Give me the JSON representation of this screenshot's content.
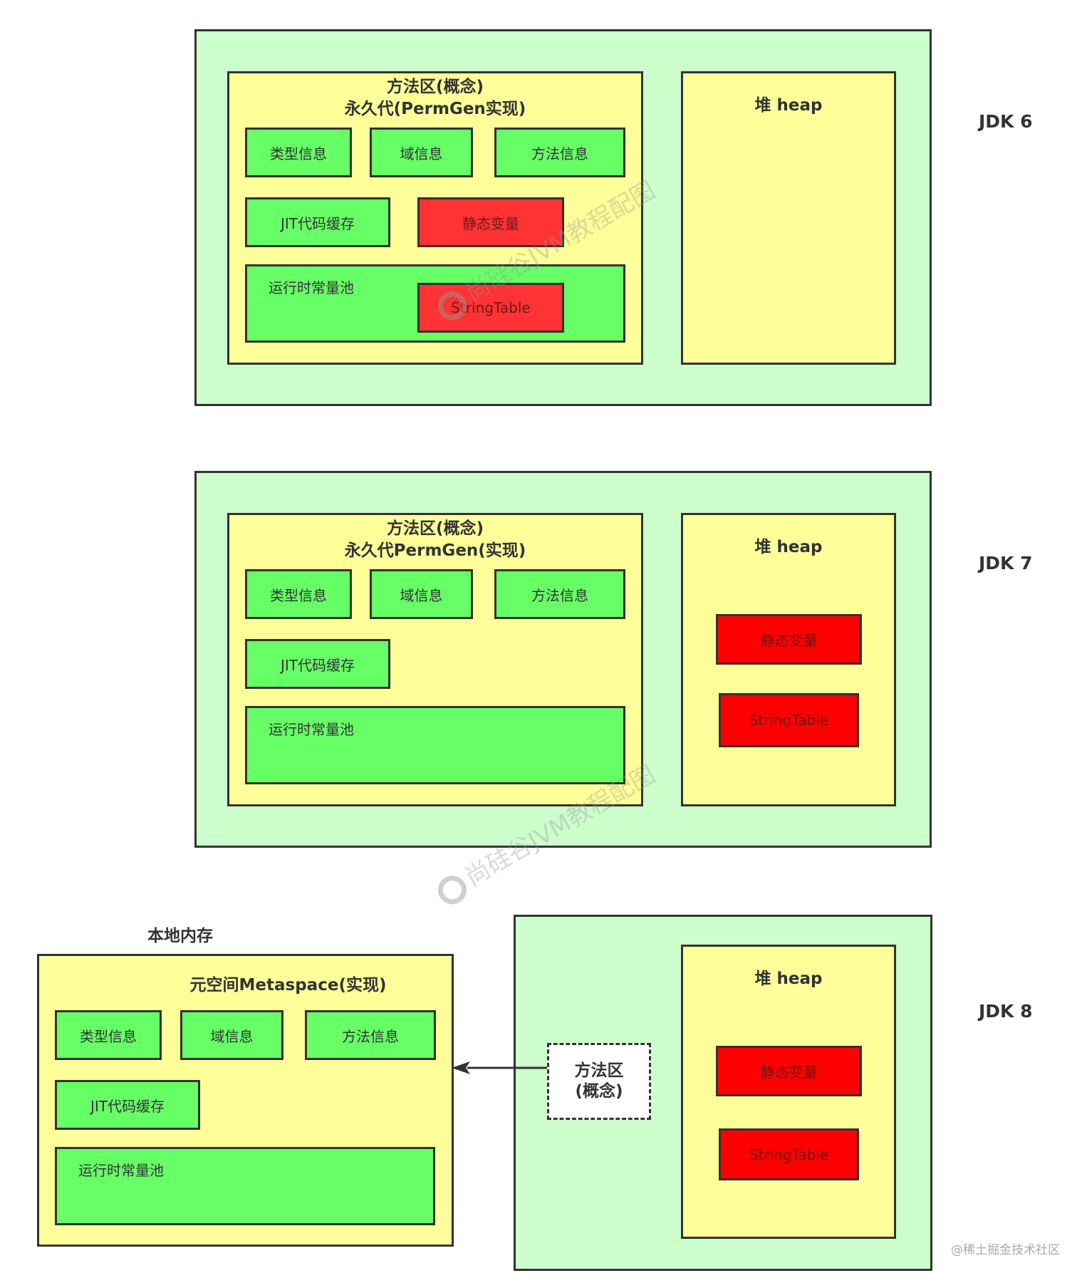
{
  "jdk6": {
    "label": "JDK 6",
    "method_area": {
      "title_line1": "方法区(概念)",
      "title_line2": "永久代(PermGen实现)",
      "items": [
        "类型信息",
        "域信息",
        "方法信息",
        "JIT代码缓存"
      ],
      "static_vars": "静态变量",
      "runtime_pool": "运行时常量池",
      "string_table": "StringTable"
    },
    "heap": {
      "title": "堆 heap"
    }
  },
  "jdk7": {
    "label": "JDK 7",
    "method_area": {
      "title_line1": "方法区(概念)",
      "title_line2": "永久代PermGen(实现)",
      "items": [
        "类型信息",
        "域信息",
        "方法信息",
        "JIT代码缓存"
      ],
      "runtime_pool": "运行时常量池"
    },
    "heap": {
      "title": "堆 heap",
      "static_vars": "静态变量",
      "string_table": "StringTable"
    }
  },
  "jdk8": {
    "label": "JDK 8",
    "native_memory_label": "本地内存",
    "metaspace": {
      "title": "元空间Metaspace(实现)",
      "items": [
        "类型信息",
        "域信息",
        "方法信息",
        "JIT代码缓存"
      ],
      "runtime_pool": "运行时常量池"
    },
    "method_area_concept": {
      "line1": "方法区",
      "line2": "(概念)"
    },
    "heap": {
      "title": "堆 heap",
      "static_vars": "静态变量",
      "string_table": "StringTable"
    }
  },
  "watermark": "尚硅谷JVM教程配图",
  "footer": "@稀土掘金技术社区",
  "colors": {
    "outer_bg": "#ccffcc",
    "area_bg": "#ffff99",
    "item_green": "#66ff66",
    "item_red_jdk6": "#ff3333",
    "item_red": "#ff0000",
    "border": "#333333"
  }
}
